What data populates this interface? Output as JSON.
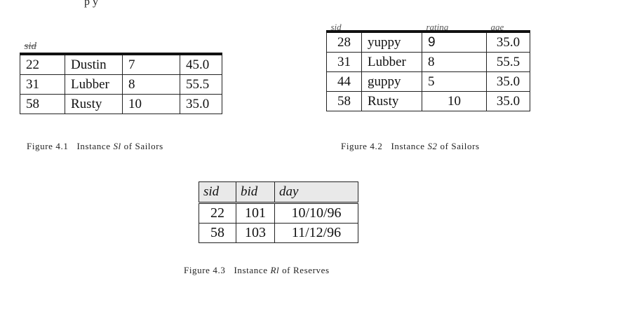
{
  "intro_fragment": "p        y",
  "figures": [
    {
      "id": "s1",
      "headers": [
        "sid",
        "",
        "",
        ""
      ],
      "rows": [
        [
          "22",
          "Dustin",
          "7",
          "45.0"
        ],
        [
          "31",
          "Lubber",
          "8",
          "55.5"
        ],
        [
          "58",
          "Rusty",
          "10",
          "35.0"
        ]
      ],
      "caption": {
        "label": "Figure 4.1",
        "text_before": "Instance",
        "name": "Sl",
        "text_after": "of Sailors"
      }
    },
    {
      "id": "s2",
      "headers": [
        "sid",
        "",
        "rating",
        "age"
      ],
      "rows": [
        [
          "28",
          "yuppy",
          "9",
          "35.0"
        ],
        [
          "31",
          "Lubber",
          "8",
          "55.5"
        ],
        [
          "44",
          "guppy",
          "5",
          "35.0"
        ],
        [
          "58",
          "Rusty",
          "10",
          "35.0"
        ]
      ],
      "caption": {
        "label": "Figure 4.2",
        "text_before": "Instance",
        "name": "S2",
        "text_after": "of Sailors"
      }
    },
    {
      "id": "r1",
      "headers": [
        "sid",
        "bid",
        "day"
      ],
      "rows": [
        [
          "22",
          "101",
          "10/10/96"
        ],
        [
          "58",
          "103",
          "11/12/96"
        ]
      ],
      "caption": {
        "label": "Figure 4.3",
        "text_before": "Instance",
        "name": "Rl",
        "text_after": "of Reserves"
      }
    }
  ]
}
